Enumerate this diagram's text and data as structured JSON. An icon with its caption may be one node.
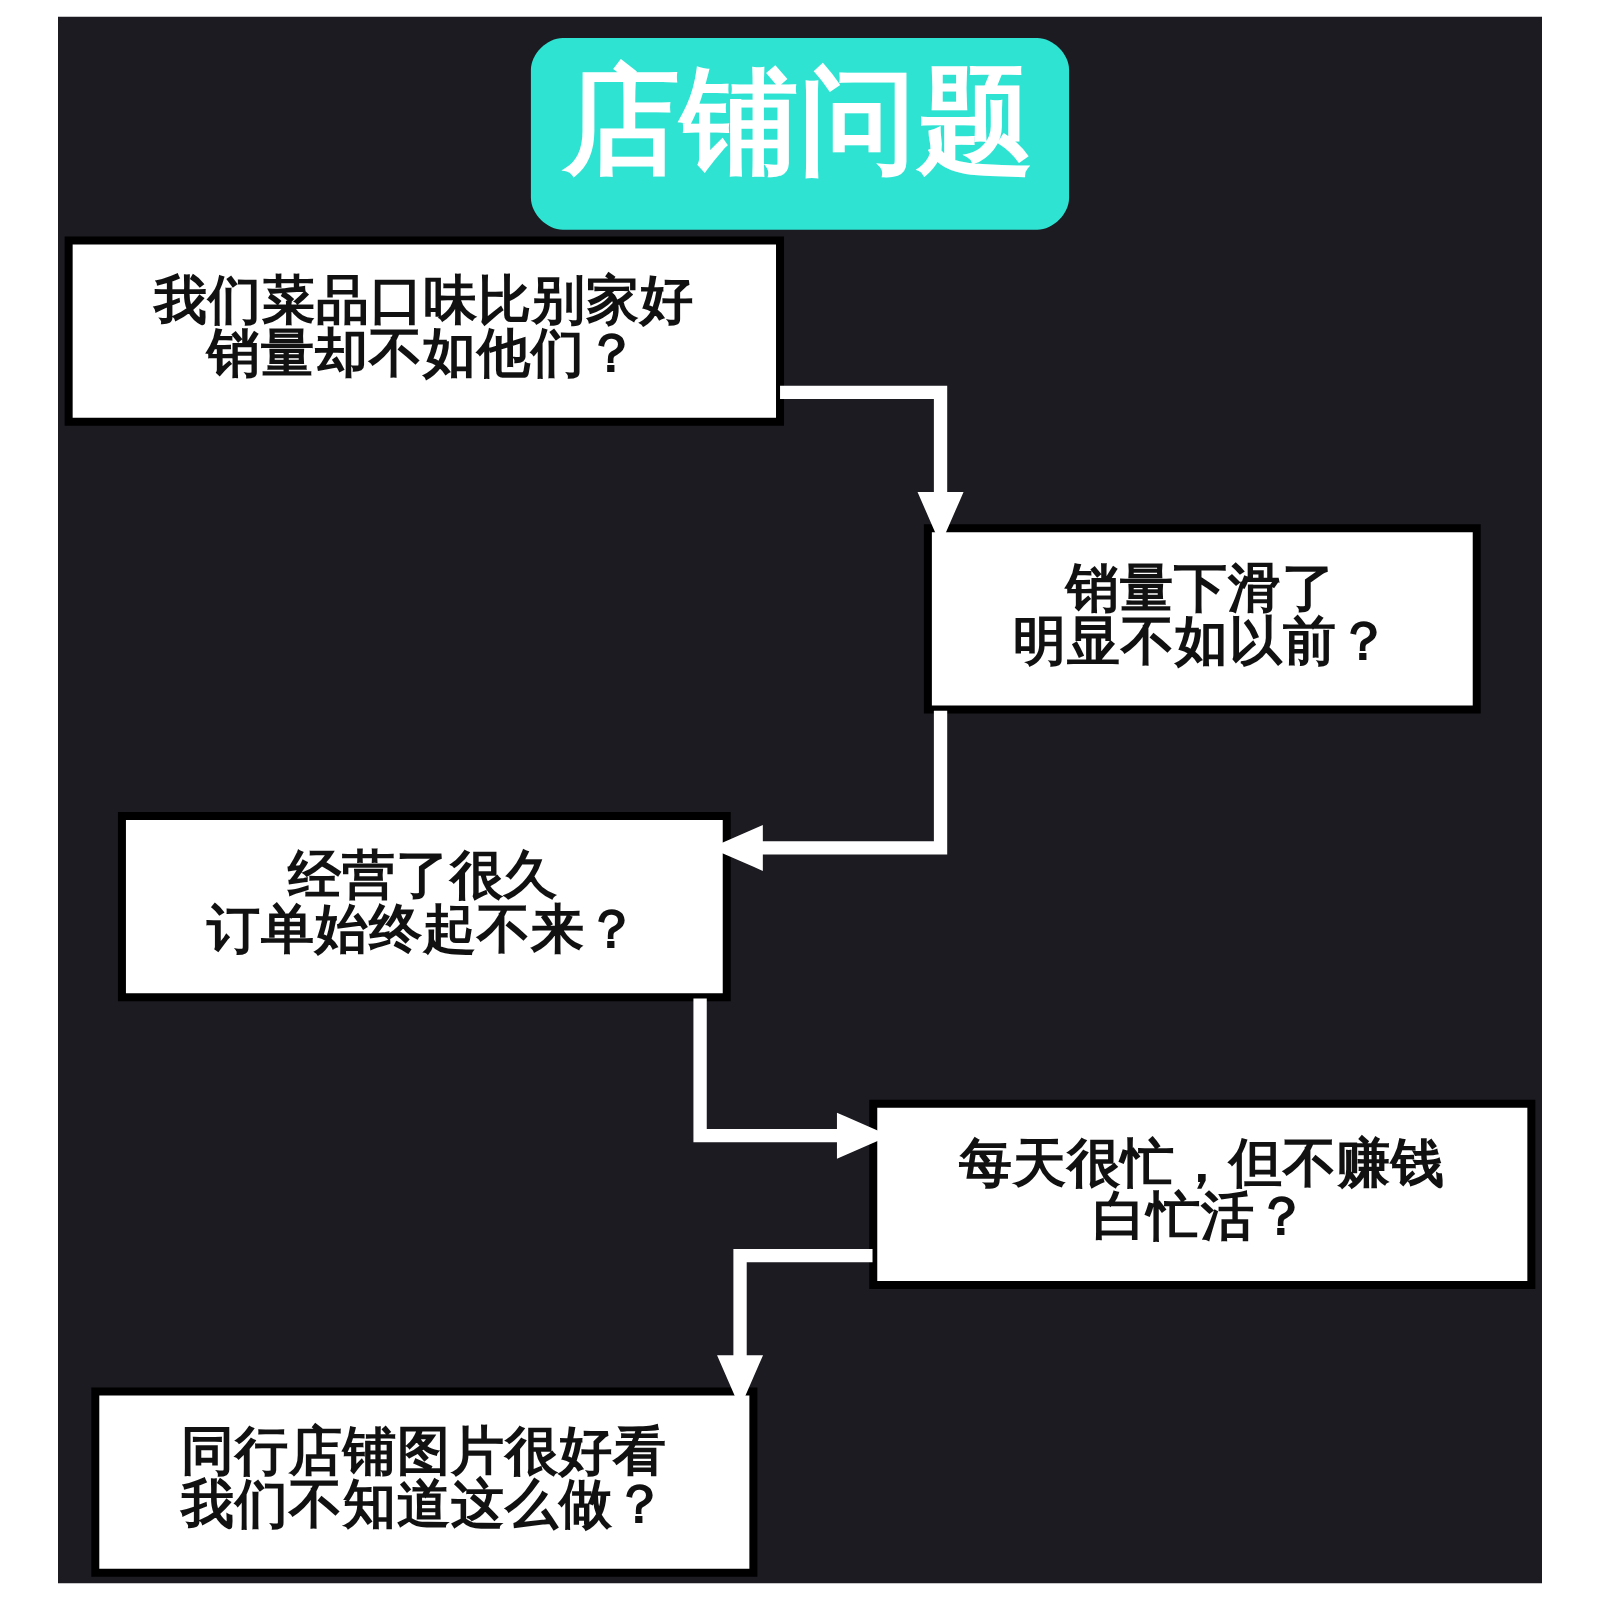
{
  "diagram": {
    "title": "店铺问题",
    "nodes": [
      {
        "text": [
          "我们菜品口味比别家好销量却不如他们？"
        ]
      },
      {
        "text": [
          "销量下滑了明显不如以前？"
        ]
      },
      {
        "text": [
          "经营了很久订单始终起不来？"
        ]
      },
      {
        "text": [
          "每天很忙，但不赚钱白忙活？"
        ]
      },
      {
        "text": [
          "同行店铺图片很好看我们不知道这么做？"
        ]
      }
    ],
    "edges": [
      {
        "from": 0,
        "to": 1,
        "arrow": "to"
      },
      {
        "from": 1,
        "to": 2,
        "arrow": "to"
      },
      {
        "from": 2,
        "to": 3,
        "arrow": "to"
      },
      {
        "from": 3,
        "to": 4,
        "arrow": "to"
      }
    ]
  }
}
